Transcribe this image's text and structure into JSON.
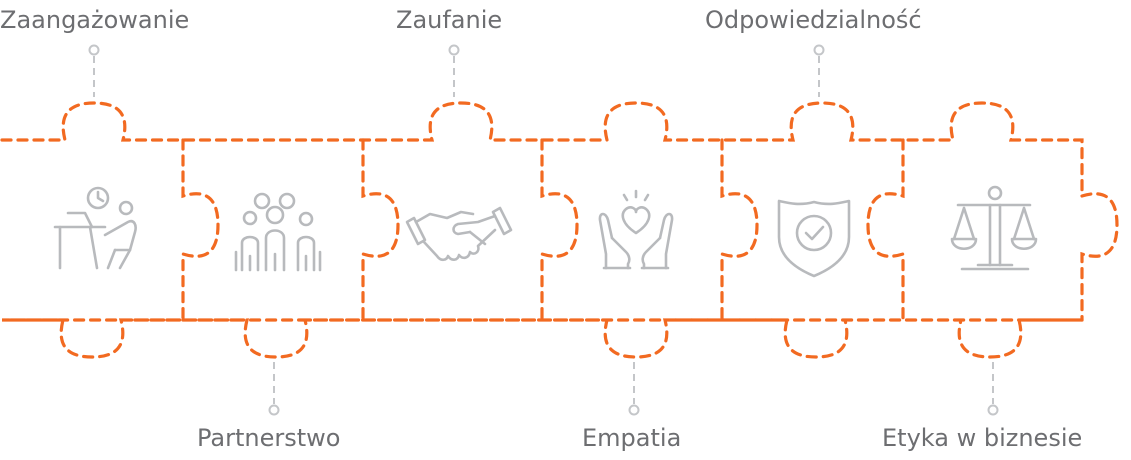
{
  "colors": {
    "outline": "#f26a21",
    "icon": "#b8babd",
    "label": "#6d6e71",
    "connector": "#c4c6c9"
  },
  "pieces": [
    {
      "label": "Zaangażowanie",
      "icon": "person-at-desk-clock-icon",
      "label_position": "top"
    },
    {
      "label": "Partnerstwo",
      "icon": "group-of-people-icon",
      "label_position": "bottom"
    },
    {
      "label": "Zaufanie",
      "icon": "handshake-icon",
      "label_position": "top"
    },
    {
      "label": "Empatia",
      "icon": "hands-with-heart-icon",
      "label_position": "bottom"
    },
    {
      "label": "Odpowiedzialność",
      "icon": "shield-check-icon",
      "label_position": "top"
    },
    {
      "label": "Etyka w biznesie",
      "icon": "scales-of-justice-icon",
      "label_position": "bottom"
    }
  ]
}
